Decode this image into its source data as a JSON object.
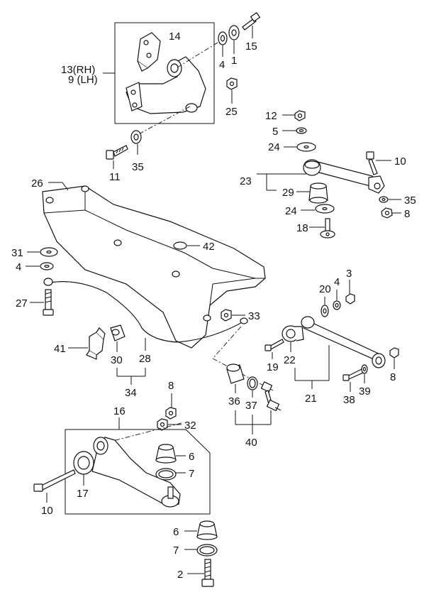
{
  "labels": {
    "l1": "1",
    "l2": "2",
    "l3": "3",
    "l4a": "4",
    "l4b": "4",
    "l4c": "4",
    "l5": "5",
    "l6a": "6",
    "l6b": "6",
    "l7a": "7",
    "l7b": "7",
    "l8a": "8",
    "l8b": "8",
    "l8c": "8",
    "l9": "9 (LH)",
    "l10a": "10",
    "l10b": "10",
    "l11": "11",
    "l12": "12",
    "l13": "13(RH)",
    "l14": "14",
    "l15": "15",
    "l16": "16",
    "l17": "17",
    "l18": "18",
    "l19": "19",
    "l20": "20",
    "l21": "21",
    "l22": "22",
    "l23": "23",
    "l24a": "24",
    "l24b": "24",
    "l25": "25",
    "l26": "26",
    "l27": "27",
    "l28": "28",
    "l29": "29",
    "l30": "30",
    "l31": "31",
    "l32": "32",
    "l33": "33",
    "l34": "34",
    "l35a": "35",
    "l35b": "35",
    "l36": "36",
    "l37": "37",
    "l38": "38",
    "l39": "39",
    "l40": "40",
    "l41": "41",
    "l42": "42"
  }
}
